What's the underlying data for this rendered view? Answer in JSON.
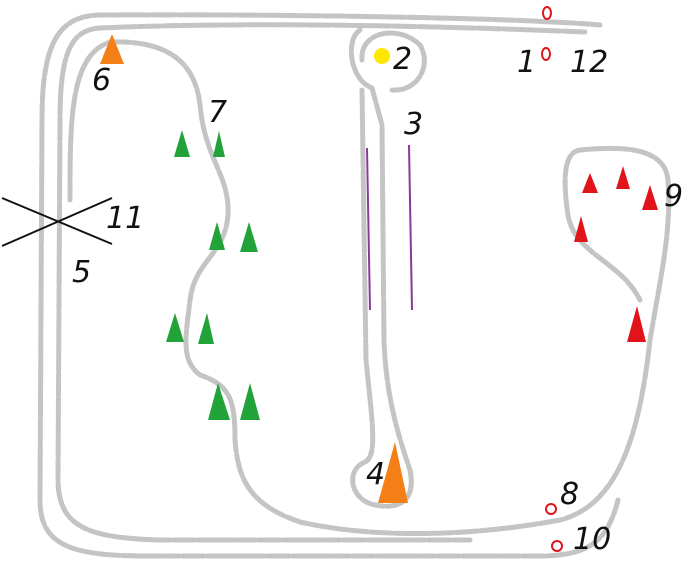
{
  "labels": {
    "s1": "1",
    "s2": "2",
    "s3": "3",
    "s4": "4",
    "s5": "5",
    "s6": "6",
    "s7": "7",
    "s8": "8",
    "s9": "9",
    "s10": "10",
    "s11": "11",
    "s12": "12"
  },
  "colors": {
    "track": "#c4c4c4",
    "orange_marker": "#f57f17",
    "yellow_marker": "#ffe600",
    "green_cone": "#22a33a",
    "red_cone": "#e0141a",
    "red_ring": "#e0141a",
    "purple_line": "#8a3a9a",
    "cross": "#111111"
  },
  "icons": {
    "orange_marker": "orange-cone-icon",
    "yellow_marker": "yellow-dot-icon",
    "green_cone": "green-cone-icon",
    "red_cone": "red-cone-icon",
    "red_ring": "red-ring-icon",
    "crossing": "cross-icon"
  }
}
